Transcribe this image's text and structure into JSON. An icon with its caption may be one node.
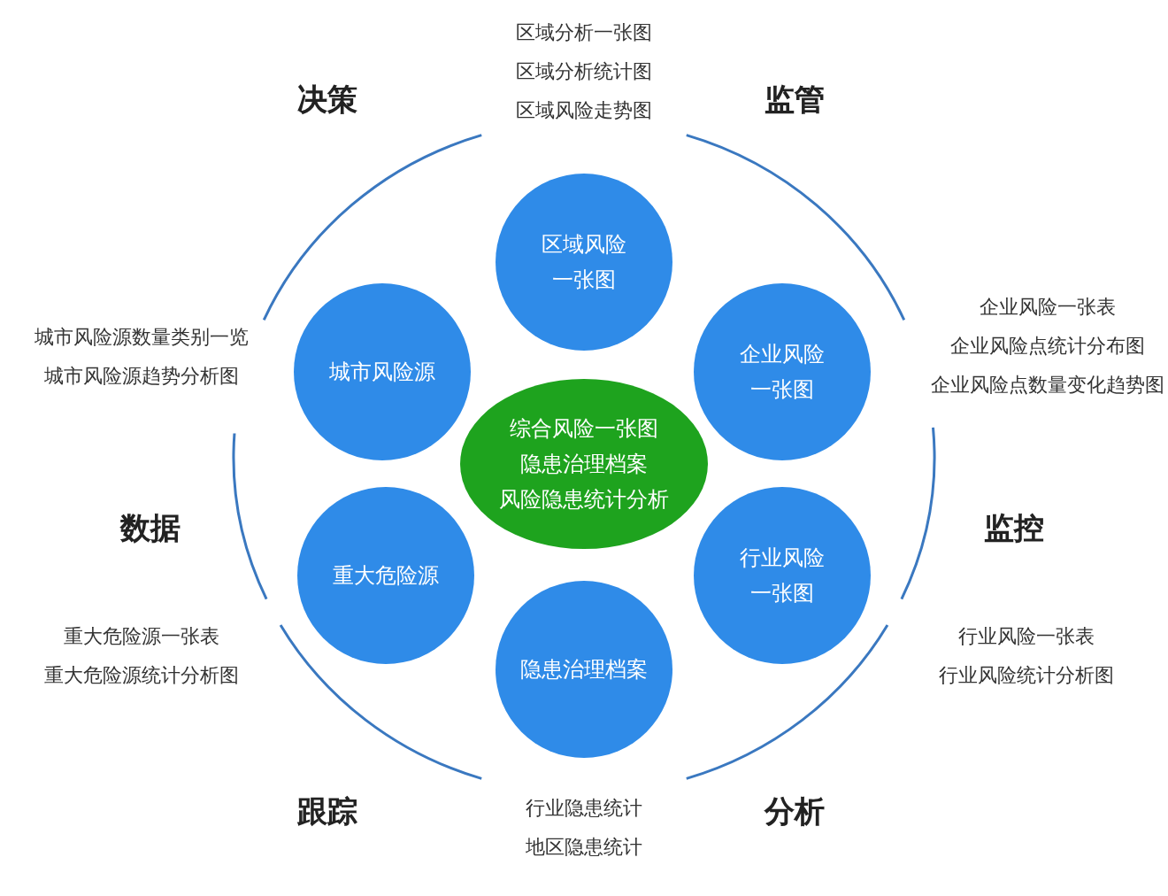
{
  "diagram": {
    "nodes": [
      {
        "text": [
          "区域风险一张图"
        ],
        "beside": [
          "区域分析一张图",
          "区域分析统计图",
          "区域风险走势图"
        ]
      },
      {
        "text": [
          "城市风险源"
        ],
        "beside": [
          "城市风险源数量类别一览",
          "城市风险源趋势分析图"
        ]
      },
      {
        "text": [
          "企业风险一张图"
        ],
        "beside": [
          "企业风险一张表",
          "企业风险点统计分布图",
          "企业风险点数量变化趋势图"
        ]
      },
      {
        "text": [
          "综合风险一张图",
          "隐患治理档案",
          "风险隐患统计分析"
        ]
      },
      {
        "text": [
          "重大危险源"
        ],
        "beside": [
          "重大危险源一张表",
          "重大危险源统计分析图"
        ]
      },
      {
        "text": [
          "行业风险一张图"
        ],
        "beside": [
          "行业风险一张表",
          "行业风险统计分析图"
        ]
      },
      {
        "text": [
          "隐患治理档案"
        ],
        "beside": [
          "行业隐患统计",
          "地区隐患统计"
        ]
      }
    ],
    "labels": [
      "决策",
      "监管",
      "数据",
      "监控",
      "跟踪",
      "分析"
    ]
  }
}
